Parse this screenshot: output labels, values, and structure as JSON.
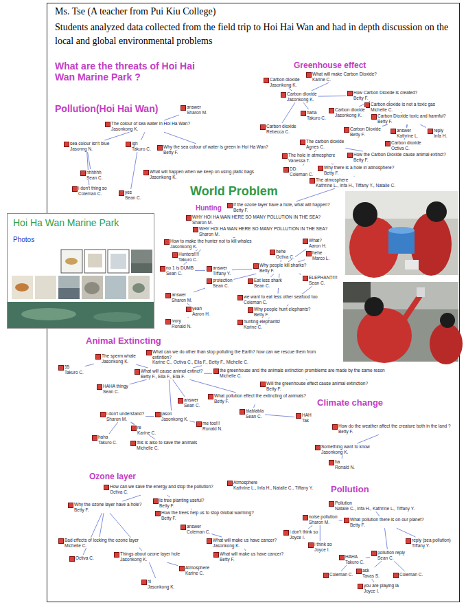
{
  "diagram": {
    "title": "Ms. Tse (A teacher from Pui Kiu College)",
    "nodes": [
      {
        "text": [
          "answer",
          "Sharon M."
        ]
      },
      {
        "text": [
          "The colour of sea water in Hoi Ha Wan?",
          "Jasonkong K."
        ]
      },
      {
        "text": [
          "sea colour isn't blue",
          "Jasonng N."
        ]
      },
      {
        "text": [
          "igh",
          "Takuro C."
        ]
      },
      {
        "text": [
          "Why the sea colour of water is green in Hoi Ha Wan?",
          "Betty F."
        ]
      },
      {
        "text": [
          "What will happen when we keep on using platic bags",
          "Jasonkong K."
        ]
      },
      {
        "text": [
          "hhhhhh",
          "Sean C."
        ]
      },
      {
        "text": [
          "i don't thing so",
          "Coleman C."
        ]
      },
      {
        "text": [
          "yes",
          "Sean C."
        ]
      },
      {
        "text": [
          "Carbon dioxide",
          "Jasonkong K."
        ]
      },
      {
        "text": [
          "What will make Carbon Dioxide?",
          "Karine C."
        ]
      },
      {
        "text": [
          "Carbon dioxide",
          "Jasonkong K."
        ]
      },
      {
        "text": [
          "How Carbon Dioxide is created?",
          "Betty F."
        ]
      },
      {
        "text": [
          "Carbon dioxide is not a toxic gas",
          "Michelle C."
        ]
      },
      {
        "text": [
          "haha",
          "Takuro C."
        ]
      },
      {
        "text": [
          "Carbon dioxide",
          "Jasonkong K."
        ]
      },
      {
        "text": [
          "Carbon Dioxide toxic and harmful?",
          "Betty F."
        ]
      },
      {
        "text": [
          "Carbon Dioxide",
          "Betty F."
        ]
      },
      {
        "text": [
          "answer",
          "Kathrine L."
        ]
      },
      {
        "text": [
          "reply",
          "Infa H."
        ]
      },
      {
        "text": [
          "Carbon dioxide",
          "Octiva C."
        ]
      },
      {
        "text": [
          "Carbon dioxide",
          "Rebecca C."
        ]
      },
      {
        "text": [
          "The carbon dioxide",
          "Agnes C."
        ]
      },
      {
        "text": [
          "How the Carbon Dioxide cause animal extinct?",
          "Betty F."
        ]
      },
      {
        "text": [
          "The hole in atmosphere",
          "Vanessa T."
        ]
      },
      {
        "text": [
          "DD",
          "Coleman C."
        ]
      },
      {
        "text": [
          "Why there is a hole in atmosphere?",
          "Betty F."
        ]
      },
      {
        "text": [
          "The atmosphere",
          "Kathrine L., Infa H., Tiffany Y., Natalie C."
        ]
      },
      {
        "text": [
          "If the ozone layer have a hole, what will happen?",
          "Betty F."
        ]
      },
      {
        "text": [
          "Hoi Ha Wan Marine Park",
          "Photos"
        ]
      },
      {
        "text": [
          "WHY HOI HA WAN HERE SO MANY POLLUTION IN THE SEA?",
          "Sharon M."
        ]
      },
      {
        "text": [
          "WHY HOI HA WAN HERE SO MANY POLLUTION IN THE SEA?",
          "Sharon M."
        ]
      },
      {
        "text": [
          "How to make the hunter not to kill whales",
          "Jasonkong K."
        ]
      },
      {
        "text": [
          "Hunters!!!!",
          "Takuro C."
        ]
      },
      {
        "text": [
          "hehe",
          "Octiva C."
        ]
      },
      {
        "text": [
          "Why people kill sharks?",
          "Betty F."
        ]
      },
      {
        "text": [
          "no 1 is DUMB",
          "Sean C."
        ]
      },
      {
        "text": [
          "answer",
          "Tiffany Y."
        ]
      },
      {
        "text": [
          "protection",
          "Sean C."
        ]
      },
      {
        "text": [
          "Eat less shark",
          "Sean C."
        ]
      },
      {
        "text": [
          "What?",
          "Aaron H."
        ]
      },
      {
        "text": [
          "hehe",
          "Marco L."
        ]
      },
      {
        "text": [
          "ELEPHANT!!!!",
          "Sean C."
        ]
      },
      {
        "text": [
          "we want to eat less other seafood too",
          "Coleman C."
        ]
      },
      {
        "text": [
          "Why people hunt elephants?",
          "Betty F."
        ]
      },
      {
        "text": [
          "hunting elephants!",
          "Karine C."
        ]
      },
      {
        "text": [
          "answer",
          "Sharon M."
        ]
      },
      {
        "text": [
          "yeah",
          "Aaron H."
        ]
      },
      {
        "text": [
          "ivory",
          "Ronald N."
        ]
      },
      {
        "text": [
          "What can we do other than stop polluting the Earth? how can we rescue them from extintion?",
          "Karine C., Octiva C., Ella F., Betty F., Michelle C."
        ]
      },
      {
        "text": [
          "The sperm whale",
          "Jasonkong K."
        ]
      },
      {
        "text": [
          "55",
          "Takuro C."
        ]
      },
      {
        "text": [
          "What will cause animal extinct?",
          "Betty F., Ella F., Ella F."
        ]
      },
      {
        "text": [
          "the greenhouse and the animals extinction promblems are made by the same reson",
          "Michelle C."
        ]
      },
      {
        "text": [
          "Will the greenhouse effect cause animal extinction?",
          "Betty F."
        ]
      },
      {
        "text": [
          "HAHA thingy",
          "Sean C."
        ]
      },
      {
        "text": [
          "What pollution effect the extincting of animals?",
          "Betty F."
        ]
      },
      {
        "text": [
          "answer",
          "Sean C."
        ]
      },
      {
        "text": [
          "jason",
          "Jasonkong K."
        ]
      },
      {
        "text": [
          "blablabla",
          "Sean C."
        ]
      },
      {
        "text": [
          "HAH",
          "Tak"
        ]
      },
      {
        "text": [
          "i don't understand?",
          "Sharon M."
        ]
      },
      {
        "text": [
          "me too!!!",
          "Ronald N."
        ]
      },
      {
        "text": [
          "re",
          "Karine C."
        ]
      },
      {
        "text": [
          "haha",
          "Takuro C."
        ]
      },
      {
        "text": [
          "this is also to save the animals",
          "Michelle C."
        ]
      },
      {
        "text": [
          "How do the weather affect the creature both in the land ?",
          "Betty F."
        ]
      },
      {
        "text": [
          "Something want to know",
          "Jasonkong K."
        ]
      },
      {
        "text": [
          "ha",
          "Ronald N."
        ]
      },
      {
        "text": [
          "How can we save the energy and stop the pollution?",
          "Octiva C."
        ]
      },
      {
        "text": [
          "Atmosphere",
          "Kathrine L., Infa H., Natalie C., Tiffany Y."
        ]
      },
      {
        "text": [
          "Why the ozone layer have a hole?",
          "Betty F."
        ]
      },
      {
        "text": [
          "Is tree planting useful?",
          "Betty F."
        ]
      },
      {
        "text": [
          "How the trees help us to stop Global warming?",
          "Betty F."
        ]
      },
      {
        "text": [
          "answer",
          "Coleman C."
        ]
      },
      {
        "text": [
          "What will make us have cancer?",
          "Jasonkong K."
        ]
      },
      {
        "text": [
          "What will make us have cancer?",
          "Betty F."
        ]
      },
      {
        "text": [
          "Bad effects of locking the ozone layer",
          "Michelle C."
        ]
      },
      {
        "text": [
          "Things about ozone layer hole",
          "Jasonkong K."
        ]
      },
      {
        "text": [
          "Octiva C."
        ]
      },
      {
        "text": [
          "Atmosphere",
          "Karine C."
        ]
      },
      {
        "text": [
          "hi",
          "Jasonkong K."
        ]
      },
      {
        "text": [
          "Pollution",
          "Natalie C., Infa H., Kathrine L., Tiffany Y."
        ]
      },
      {
        "text": [
          "noise pollution",
          "Sharon M."
        ]
      },
      {
        "text": [
          "What pollution there is on our planet?",
          "Betty F."
        ]
      },
      {
        "text": [
          "i don't think so",
          "Joyce I."
        ]
      },
      {
        "text": [
          "i think so",
          "Joyce I."
        ]
      },
      {
        "text": [
          "reply (sea pollution)",
          "Tiffany Y."
        ]
      },
      {
        "text": [
          "HAHA",
          "Takuro C."
        ]
      },
      {
        "text": [
          "pollution reply",
          "Sean C."
        ]
      },
      {
        "text": [
          "Coleman C."
        ]
      },
      {
        "text": [
          "ask",
          "Tavas S."
        ]
      },
      {
        "text": [
          "Coleman C."
        ]
      },
      {
        "text": [
          "you are playing la",
          "Joyce I."
        ]
      }
    ],
    "edges": [
      {
        "from": 1,
        "to": 0,
        "arrow": "none"
      },
      {
        "from": 1,
        "to": 2,
        "arrow": "none"
      },
      {
        "from": 1,
        "to": 3,
        "arrow": "none"
      },
      {
        "from": 1,
        "to": 4,
        "arrow": "none"
      },
      {
        "from": 2,
        "to": 6,
        "arrow": "none"
      },
      {
        "from": 2,
        "to": 7,
        "arrow": "none"
      },
      {
        "from": 3,
        "to": 8,
        "arrow": "none"
      },
      {
        "from": 11,
        "to": 9,
        "arrow": "none"
      },
      {
        "from": 11,
        "to": 10,
        "arrow": "none"
      },
      {
        "from": 11,
        "to": 12,
        "arrow": "none"
      },
      {
        "from": 11,
        "to": 14,
        "arrow": "none"
      },
      {
        "from": 11,
        "to": 21,
        "arrow": "none"
      },
      {
        "from": 12,
        "to": 13,
        "arrow": "none"
      },
      {
        "from": 12,
        "to": 15,
        "arrow": "none"
      },
      {
        "from": 12,
        "to": 16,
        "arrow": "none"
      },
      {
        "from": 16,
        "to": 17,
        "arrow": "none"
      },
      {
        "from": 16,
        "to": 18,
        "arrow": "none"
      },
      {
        "from": 16,
        "to": 19,
        "arrow": "none"
      },
      {
        "from": 16,
        "to": 20,
        "arrow": "none"
      },
      {
        "from": 22,
        "to": 23,
        "arrow": "none"
      },
      {
        "from": 22,
        "to": 24,
        "arrow": "none"
      },
      {
        "from": 24,
        "to": 25,
        "arrow": "none"
      },
      {
        "from": 24,
        "to": 26,
        "arrow": "none"
      },
      {
        "from": 26,
        "to": 27,
        "arrow": "none"
      },
      {
        "from": 27,
        "to": 28,
        "arrow": "none"
      },
      {
        "from": 30,
        "to": 31,
        "arrow": "none"
      },
      {
        "from": 31,
        "to": 32,
        "arrow": "none"
      },
      {
        "from": 32,
        "to": 33,
        "arrow": "none"
      },
      {
        "from": 32,
        "to": 36,
        "arrow": "none"
      },
      {
        "from": 36,
        "to": 37,
        "arrow": "none"
      },
      {
        "from": 35,
        "to": 34,
        "arrow": "none"
      },
      {
        "from": 35,
        "to": 37,
        "arrow": "none"
      },
      {
        "from": 35,
        "to": 38,
        "arrow": "none"
      },
      {
        "from": 35,
        "to": 39,
        "arrow": "none"
      },
      {
        "from": 35,
        "to": 40,
        "arrow": "none"
      },
      {
        "from": 35,
        "to": 41,
        "arrow": "none"
      },
      {
        "from": 35,
        "to": 42,
        "arrow": "none"
      },
      {
        "from": 35,
        "to": 43,
        "arrow": "none"
      },
      {
        "from": 44,
        "to": 42,
        "arrow": "none"
      },
      {
        "from": 44,
        "to": 45,
        "arrow": "none"
      },
      {
        "from": 38,
        "to": 46,
        "arrow": "none"
      },
      {
        "from": 46,
        "to": 47,
        "arrow": "none"
      },
      {
        "from": 47,
        "to": 48,
        "arrow": "none"
      },
      {
        "from": 52,
        "to": 50,
        "arrow": "none"
      },
      {
        "from": 50,
        "to": 51,
        "arrow": "none"
      },
      {
        "from": 52,
        "to": 49,
        "arrow": "none"
      },
      {
        "from": 52,
        "to": 53,
        "arrow": "none"
      },
      {
        "from": 52,
        "to": 55,
        "arrow": "none"
      },
      {
        "from": 52,
        "to": 57,
        "arrow": "none"
      },
      {
        "from": 52,
        "to": 58,
        "arrow": "none"
      },
      {
        "from": 52,
        "to": 56,
        "arrow": "none"
      },
      {
        "from": 53,
        "to": 54,
        "arrow": "none"
      },
      {
        "from": 56,
        "to": 59,
        "arrow": "none"
      },
      {
        "from": 59,
        "to": 60,
        "arrow": "none"
      },
      {
        "from": 58,
        "to": 62,
        "arrow": "none"
      },
      {
        "from": 58,
        "to": 61,
        "arrow": "none"
      },
      {
        "from": 61,
        "to": 63,
        "arrow": "none"
      },
      {
        "from": 61,
        "to": 64,
        "arrow": "none"
      },
      {
        "from": 61,
        "to": 65,
        "arrow": "none"
      },
      {
        "from": 66,
        "to": 67,
        "arrow": "none"
      },
      {
        "from": 67,
        "to": 68,
        "arrow": "none"
      },
      {
        "from": 71,
        "to": 69,
        "arrow": "none"
      },
      {
        "from": 71,
        "to": 77,
        "arrow": "none"
      },
      {
        "from": 71,
        "to": 78,
        "arrow": "none"
      },
      {
        "from": 71,
        "to": 79,
        "arrow": "none"
      },
      {
        "from": 69,
        "to": 72,
        "arrow": "none"
      },
      {
        "from": 72,
        "to": 73,
        "arrow": "none"
      },
      {
        "from": 78,
        "to": 81,
        "arrow": "none"
      },
      {
        "from": 78,
        "to": 80,
        "arrow": "none"
      },
      {
        "from": 74,
        "to": 75,
        "arrow": "none"
      },
      {
        "from": 75,
        "to": 76,
        "arrow": "none"
      },
      {
        "from": 82,
        "to": 84,
        "arrow": "none"
      },
      {
        "from": 83,
        "to": 84,
        "arrow": "none"
      },
      {
        "from": 84,
        "to": 87,
        "arrow": "none"
      },
      {
        "from": 84,
        "to": 89,
        "arrow": "none"
      },
      {
        "from": 83,
        "to": 85,
        "arrow": "none"
      },
      {
        "from": 83,
        "to": 86,
        "arrow": "none"
      },
      {
        "from": 89,
        "to": 88,
        "arrow": "none"
      },
      {
        "from": 89,
        "to": 91,
        "arrow": "none"
      },
      {
        "from": 89,
        "to": 92,
        "arrow": "none"
      },
      {
        "from": 88,
        "to": 90,
        "arrow": "none"
      },
      {
        "from": 91,
        "to": 93,
        "arrow": "none"
      }
    ],
    "labels": [
      "Students analyzed data collected from the field trip to Hoi Hai Wan and had in depth discussion on the local and global environmental problems",
      "What are the threats of Hoi Hai Wan Marine Park ?",
      "Pollution(Hoi Hai Wan)",
      "Greenhouse effect",
      "World Problem",
      "Hunting",
      "Animal Extincting",
      "Climate change",
      "Ozone layer",
      "Pollution"
    ]
  }
}
